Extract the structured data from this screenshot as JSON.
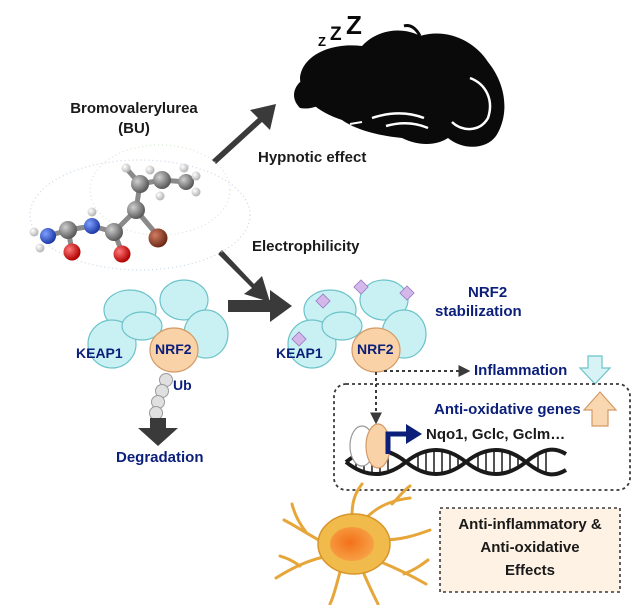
{
  "compound": {
    "name": "Bromovalerylurea",
    "abbr": "(BU)"
  },
  "labels": {
    "hypnotic_effect": "Hypnotic effect",
    "electrophilicity": "Electrophilicity",
    "keap1_left": "KEAP1",
    "nrf2_left": "NRF2",
    "ub": "Ub",
    "degradation": "Degradation",
    "keap1_right": "KEAP1",
    "nrf2_right": "NRF2",
    "nrf2_stabilization_line1": "NRF2",
    "nrf2_stabilization_line2": "stabilization",
    "inflammation": "Inflammation",
    "anti_oxidative_genes": "Anti-oxidative genes",
    "genes": "Nqo1, Gclc, Gclm…",
    "effects_line1": "Anti-inflammatory &",
    "effects_line2": "Anti-oxidative",
    "effects_line3": "Effects",
    "zzz": "Z"
  },
  "colors": {
    "keap1_fill": "#c9f1f4",
    "keap1_stroke": "#6cc3c9",
    "nrf2_fill": "#f9d2a8",
    "nrf2_stroke": "#d49a66",
    "modification": "#d4b8ea",
    "arrow": "#3a3a3a",
    "navy": "#0b1f7a",
    "down_arrow": "#d8f3f6",
    "up_arrow": "#f9d7b0",
    "effects_box": "#fdf2e3",
    "cell": "#f0bb4a",
    "nucleus": "#f5922a"
  }
}
